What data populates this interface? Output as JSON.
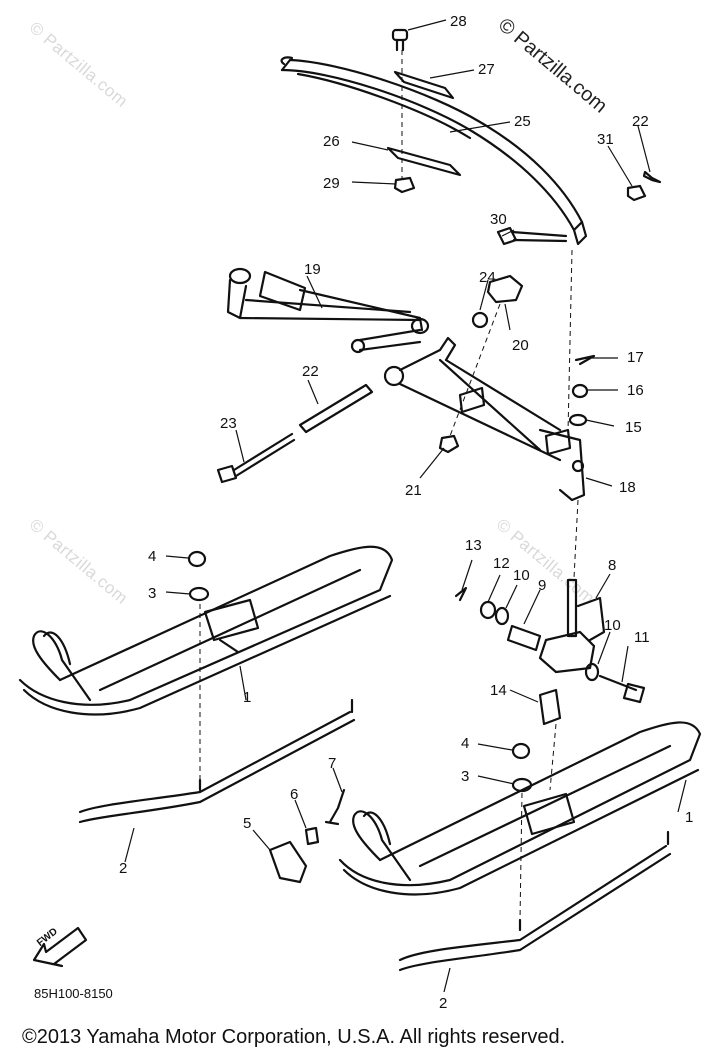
{
  "watermark_text": "© Partzilla.com",
  "watermark_main": "© Partzilla.com",
  "diagram_code": "85H100-8150",
  "fwd_label": "FWD",
  "copyright": "©2013  Yamaha Motor Corporation, U.S.A. All rights reserved.",
  "callouts": {
    "c28": "28",
    "c27": "27",
    "c25": "25",
    "c22a": "22",
    "c31": "31",
    "c26": "26",
    "c29": "29",
    "c30": "30",
    "c19": "19",
    "c24": "24",
    "c20": "20",
    "c17": "17",
    "c16": "16",
    "c15": "15",
    "c22": "22",
    "c23": "23",
    "c21": "21",
    "c18": "18",
    "c4a": "4",
    "c3a": "3",
    "c13": "13",
    "c12": "12",
    "c10a": "10",
    "c9": "9",
    "c8": "8",
    "c10b": "10",
    "c11": "11",
    "c14": "14",
    "c1a": "1",
    "c4b": "4",
    "c3b": "3",
    "c7": "7",
    "c6": "6",
    "c5": "5",
    "c2a": "2",
    "c1b": "1",
    "c2b": "2"
  },
  "colors": {
    "line": "#111111",
    "watermark": "#d9d9d9",
    "background": "#ffffff"
  }
}
